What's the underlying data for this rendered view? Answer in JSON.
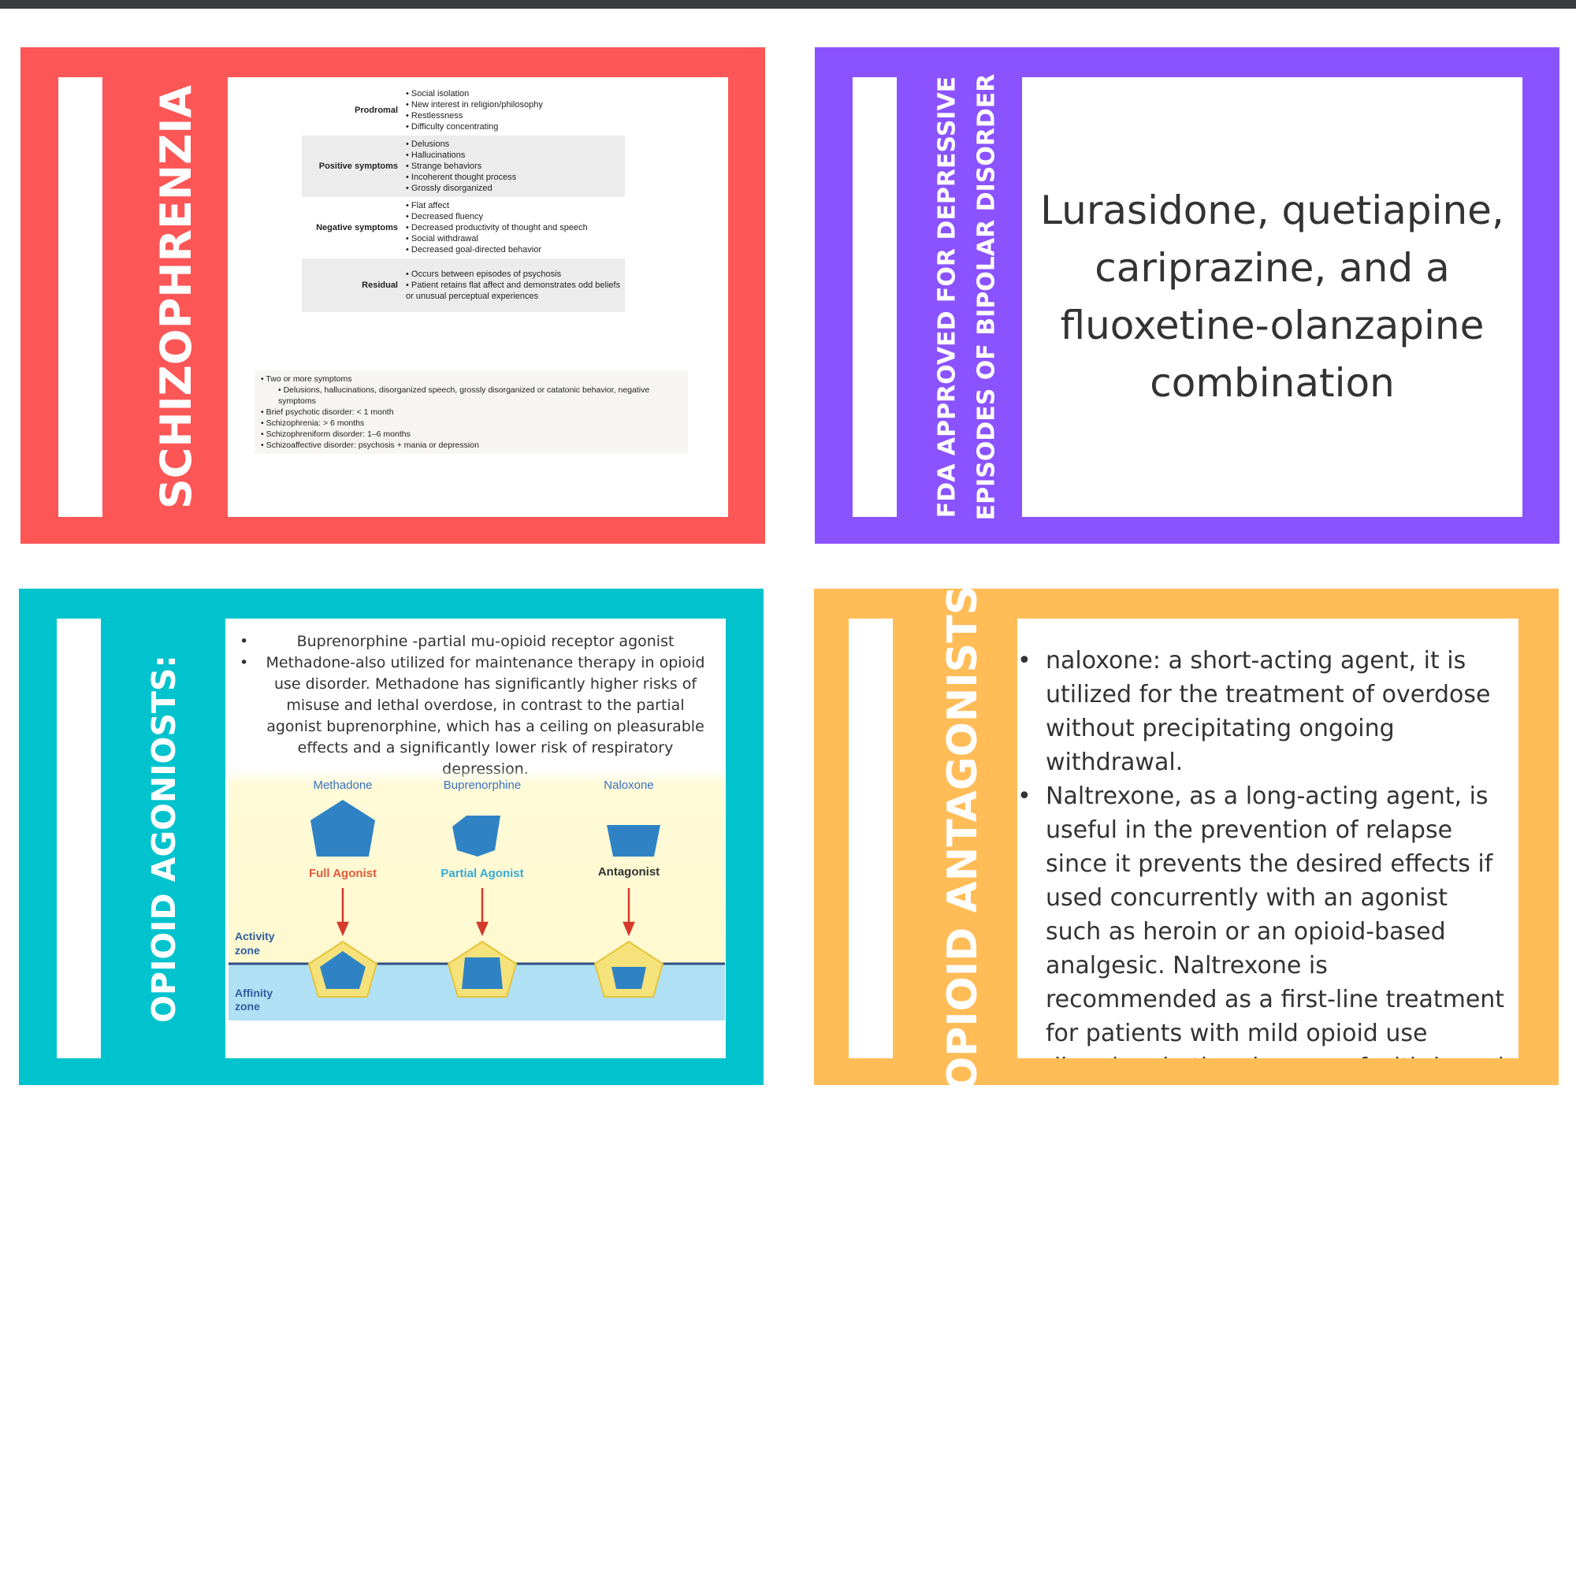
{
  "colors": {
    "red": "#fd5656",
    "purple": "#8b52ff",
    "teal": "#00c3cd",
    "orange": "#ffbc57"
  },
  "cards": {
    "schizophrenia": {
      "title": "SCHIZOPHRENZIA",
      "rows": [
        {
          "label": "Prodromal",
          "items": [
            "Social isolation",
            "New interest in religion/philosophy",
            "Restlessness",
            "Difficulty concentrating"
          ]
        },
        {
          "label": "Positive symptoms",
          "items": [
            "Delusions",
            "Hallucinations",
            "Strange behaviors",
            "Incoherent thought process",
            "Grossly disorganized"
          ]
        },
        {
          "label": "Negative symptoms",
          "items": [
            "Flat affect",
            "Decreased fluency",
            "Decreased productivity of thought and speech",
            "Social withdrawal",
            "Decreased goal-directed behavior"
          ]
        },
        {
          "label": "Residual",
          "items": [
            "Occurs between episodes of psychosis",
            "Patient retains flat affect and demonstrates odd beliefs or unusual perceptual experiences"
          ]
        }
      ],
      "criteria": [
        "Two or more symptoms",
        "Delusions, hallucinations, disorganized speech, grossly disorganized or catatonic behavior, negative symptoms",
        "Brief psychotic disorder: < 1 month",
        "Schizophrenia: > 6 months",
        "Schizophreniform disorder: 1–6 months",
        "Schizoaffective disorder: psychosis + mania or depression"
      ]
    },
    "fda": {
      "title_line1": "FDA APPROVED FOR DEPRESSIVE",
      "title_line2": "EPISODES OF BIPOLAR DISORDER",
      "body": "Lurasidone, quetiapine, cariprazine, and a fluoxetine-olanzapine combination"
    },
    "agonists": {
      "title": "OPIOID AGONIOSTS:",
      "bullet1": "Buprenorphine -partial mu-opioid receptor agonist",
      "bullet2": "Methadone-also utilized for maintenance therapy in opioid use disorder. Methadone has significantly higher risks of misuse and lethal overdose, in contrast to the partial agonist buprenorphine, which has a ceiling on pleasurable effects and a significantly lower risk of respiratory depression.",
      "diagram": {
        "drugs": [
          "Methadone",
          "Buprenorphine",
          "Naloxone"
        ],
        "roles": [
          "Full Agonist",
          "Partial Agonist",
          "Antagonist"
        ],
        "activity_zone_1": "Activity",
        "activity_zone_2": "zone",
        "affinity_zone_1": "Affinity",
        "affinity_zone_2": "zone"
      }
    },
    "antagonists": {
      "title": "OPIOID ANTAGONISTS",
      "bullet1": "naloxone: a short-acting agent, it is utilized for the treatment of overdose without precipitating ongoing withdrawal.",
      "bullet2": "Naltrexone, as a long-acting agent, is useful in the prevention of relapse since it prevents the desired effects if used concurrently with an agonist such as heroin or an opioid-based analgesic. Naltrexone is recommended as a first-line treatment for patients with mild opioid use disorders in the absence of withdrawal symptoms."
    }
  }
}
